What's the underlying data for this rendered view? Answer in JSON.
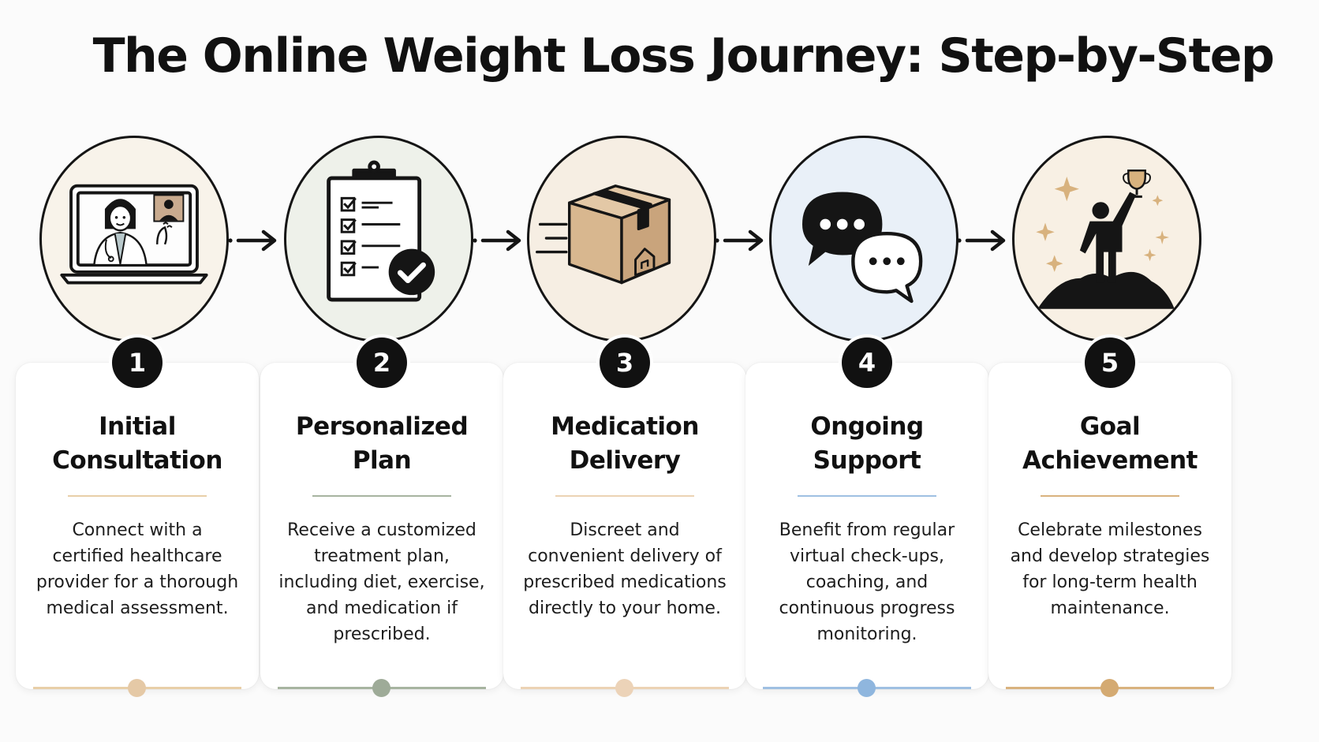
{
  "title": "The Online Weight Loss Journey: Step-by-Step",
  "steps": [
    {
      "number": "1",
      "title_line1": "Initial",
      "title_line2": "Consultation",
      "desc": [
        "Connect with a",
        "certified healthcare",
        "provider for a thorough",
        "medical assessment."
      ],
      "icon": "video-consultation-icon",
      "circle_bg": "#f8f3ea",
      "accent": "#e8cfa8",
      "dot": "#e5c9a6"
    },
    {
      "number": "2",
      "title_line1": "Personalized",
      "title_line2": "Plan",
      "desc": [
        "Receive a customized",
        "treatment plan,",
        "including diet, exercise,",
        "and medication if",
        "prescribed."
      ],
      "icon": "clipboard-checklist-icon",
      "circle_bg": "#eef1ea",
      "accent": "#a7b4a0",
      "dot": "#9eab98"
    },
    {
      "number": "3",
      "title_line1": "Medication",
      "title_line2": "Delivery",
      "desc": [
        "Discreet and",
        "convenient delivery of",
        "prescribed medications",
        "directly to your home."
      ],
      "icon": "delivery-box-icon",
      "circle_bg": "#f6eee3",
      "accent": "#ecd3b4",
      "dot": "#ecd3b8"
    },
    {
      "number": "4",
      "title_line1": "Ongoing",
      "title_line2": "Support",
      "desc": [
        "Benefit from regular",
        "virtual check-ups,",
        "coaching, and",
        "continuous progress",
        "monitoring."
      ],
      "icon": "chat-bubbles-icon",
      "circle_bg": "#e9f0f8",
      "accent": "#9fc0e2",
      "dot": "#8fb6de"
    },
    {
      "number": "5",
      "title_line1": "Goal",
      "title_line2": "Achievement",
      "desc": [
        "Celebrate milestones",
        "and develop strategies",
        "for long-term health",
        "maintenance."
      ],
      "icon": "trophy-summit-icon",
      "circle_bg": "#f8f0e4",
      "accent": "#d9b27e",
      "dot": "#d4aa72"
    }
  ],
  "connector_icon": "dotted-arrow-icon"
}
